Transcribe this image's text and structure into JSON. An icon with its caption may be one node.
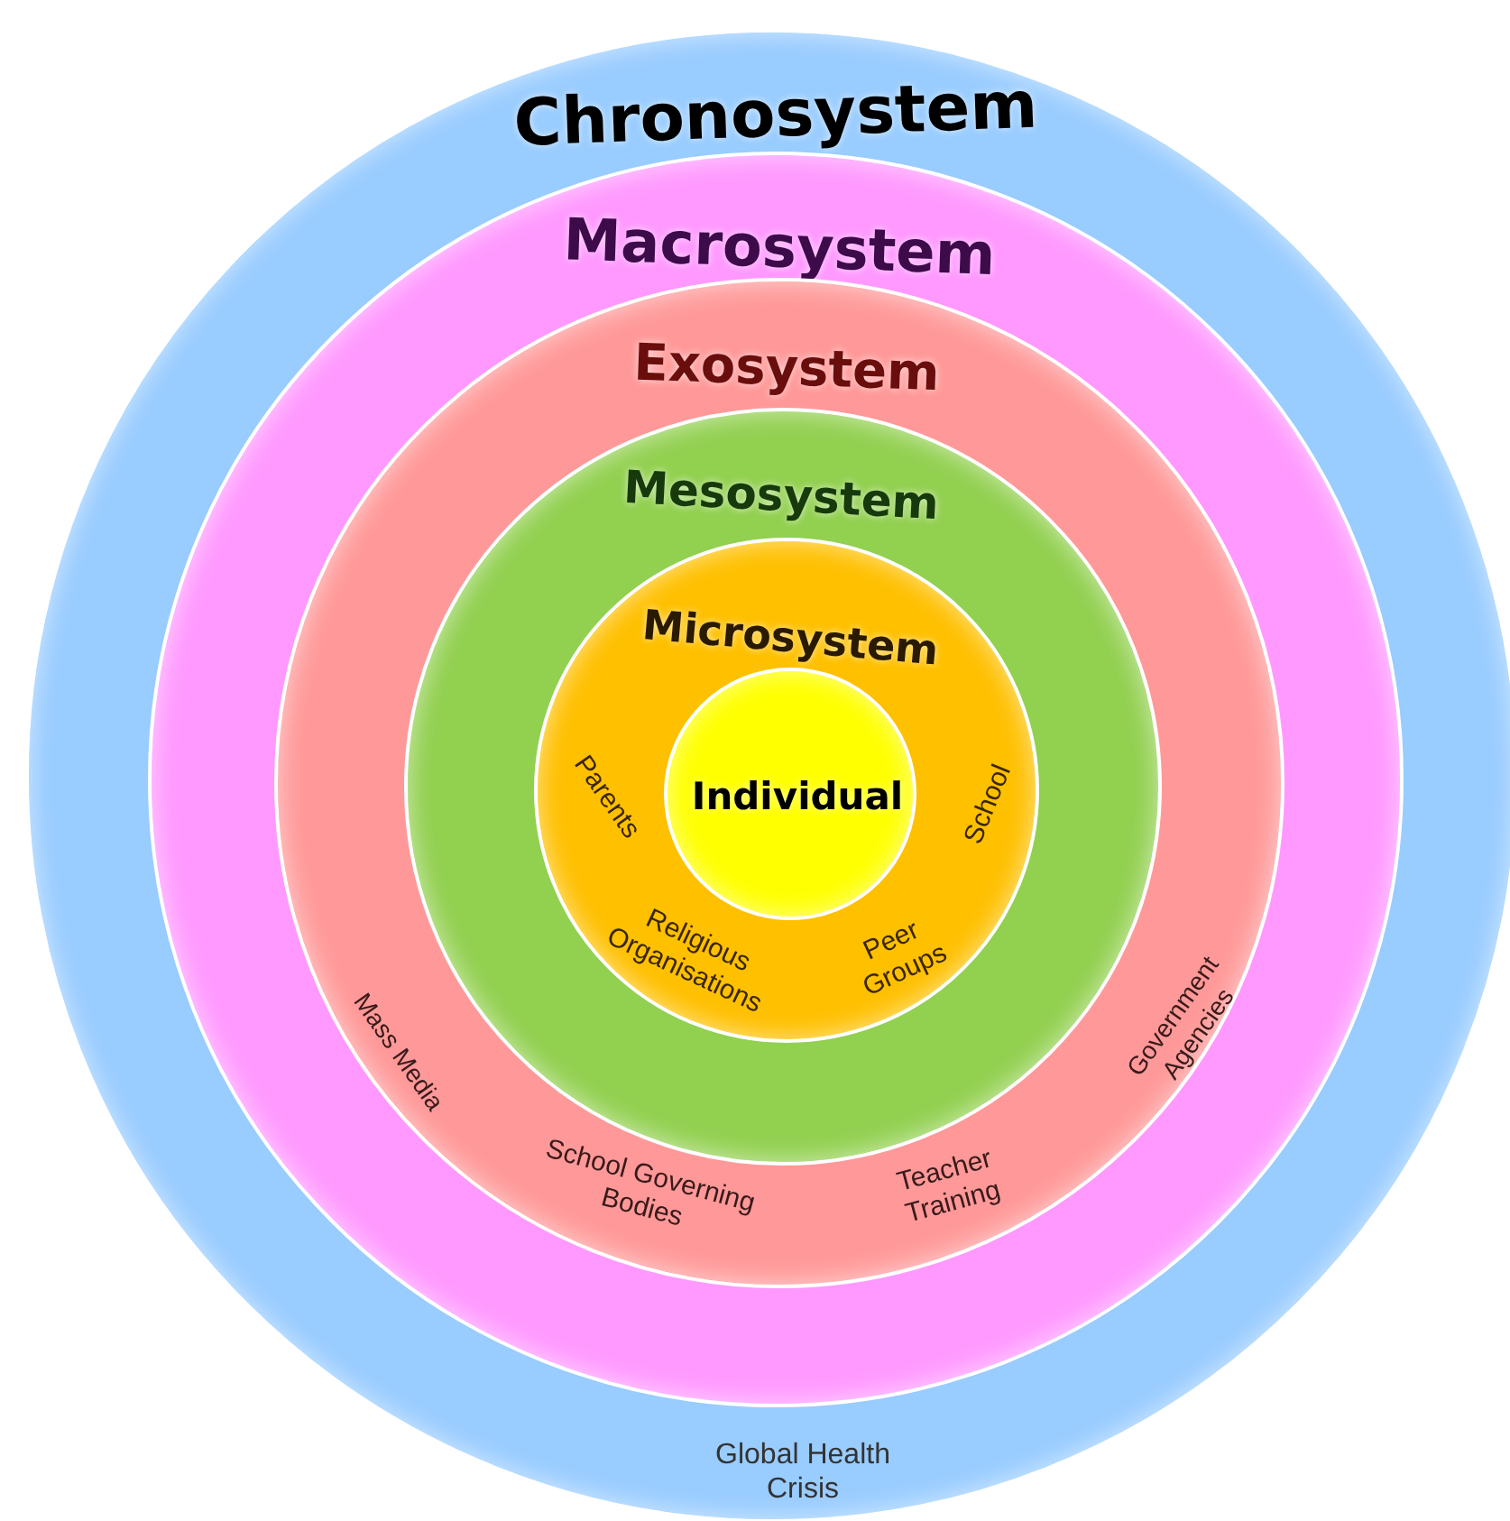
{
  "diagram": {
    "nodes": [
      {
        "text": [
          "Chronosystem",
          "Global Health Crisis"
        ]
      },
      {
        "text": [
          "Macrosystem"
        ],
        "in": 0
      },
      {
        "text": [
          "Exosystem",
          "Mass Media",
          "School Governing Bodies",
          "Teacher Training",
          "Government Agencies"
        ],
        "in": 1
      },
      {
        "text": [
          "Mesosystem"
        ],
        "in": 2
      },
      {
        "text": [
          "Microsystem",
          "Parents",
          "School",
          "Religious Organisations",
          "Peer Groups"
        ],
        "in": 3
      },
      {
        "text": [
          "Individual"
        ],
        "in": 4
      }
    ]
  }
}
